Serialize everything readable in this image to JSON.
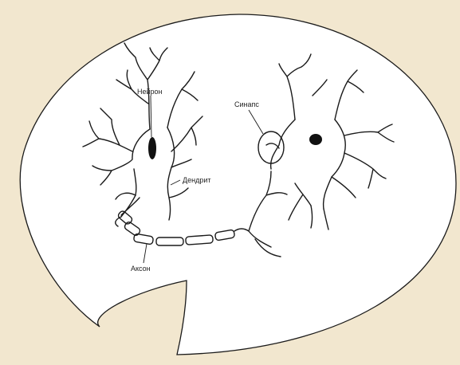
{
  "diagram": {
    "labels": {
      "neuron": "Нейрон",
      "dendrite": "Дендрит",
      "synapse": "Синапс",
      "axon": "Аксон"
    },
    "colors": {
      "background": "#f2e7cf",
      "bubble_fill": "#ffffff",
      "ink": "#1a1a1a"
    }
  }
}
